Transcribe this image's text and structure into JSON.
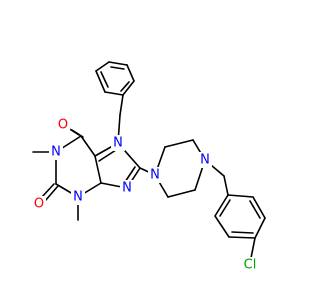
{
  "atoms": {
    "n7": {
      "label": "N",
      "color": "#0000ff"
    },
    "o6": {
      "label": "O",
      "color": "#ff0000"
    },
    "n1": {
      "label": "N",
      "color": "#0000ff"
    },
    "o2": {
      "label": "O",
      "color": "#ff0000"
    },
    "n3": {
      "label": "N",
      "color": "#0000ff"
    },
    "n9": {
      "label": "N",
      "color": "#0000ff"
    },
    "n_pip1": {
      "label": "N",
      "color": "#0000ff"
    },
    "n_pip4": {
      "label": "N",
      "color": "#0000ff"
    },
    "cl": {
      "label": "Cl",
      "color": "#00a000"
    }
  }
}
